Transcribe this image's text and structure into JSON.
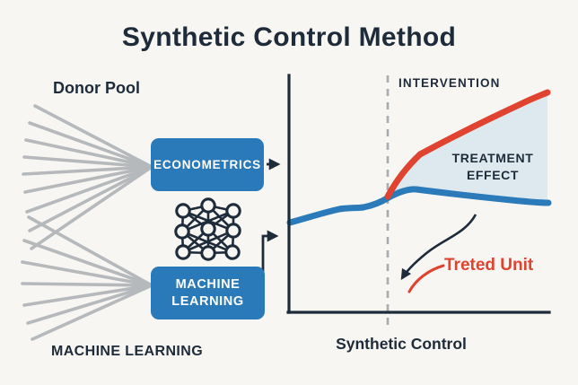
{
  "title": "Synthetic Control Method",
  "colors": {
    "background": "#f8f6f2",
    "ink": "#1d2b3a",
    "accent_blue": "#2a79b8",
    "line_blue": "#2b7ab9",
    "line_red": "#e0432f",
    "fan_gray": "#b5b9bc",
    "dashed_gray": "#a7acb0",
    "shade": "#dde9ef"
  },
  "left_panel": {
    "donor_pool_label": "Donor Pool",
    "econometrics_label": "ECONOMETRICS",
    "ml_box_line1": "MACHINE",
    "ml_box_line2": "LEARNING",
    "ml_caption": "MACHINE LEARNING"
  },
  "chart": {
    "intervention_label": "INTERVENTION",
    "treatment_effect_line1": "TREATMENT",
    "treatment_effect_line2": "EFFECT",
    "treated_unit_label": "Treted Unit",
    "x_axis_label": "Synthetic Control"
  },
  "chart_data": {
    "type": "line",
    "title": "Synthetic Control Method",
    "xlabel": "Synthetic Control",
    "ylabel": "",
    "axes_numeric": false,
    "grid": false,
    "annotations": [
      "INTERVENTION",
      "TREATMENT EFFECT",
      "Treted Unit"
    ],
    "intervention_x_fraction": 0.38,
    "series": [
      {
        "name": "Treted Unit",
        "color": "#e0432f",
        "x_fraction": [
          0.38,
          0.44,
          0.5,
          0.7,
          1.0
        ],
        "y_fraction": [
          0.49,
          0.58,
          0.67,
          0.8,
          0.92
        ]
      },
      {
        "name": "Synthetic Control",
        "color": "#2b7ab9",
        "x_fraction": [
          0.0,
          0.2,
          0.32,
          0.38,
          0.49,
          0.7,
          1.0
        ],
        "y_fraction": [
          0.38,
          0.43,
          0.44,
          0.49,
          0.52,
          0.49,
          0.46
        ]
      }
    ],
    "treatment_effect_region": "shaded gap between treated-unit line and synthetic-control line after the intervention"
  }
}
